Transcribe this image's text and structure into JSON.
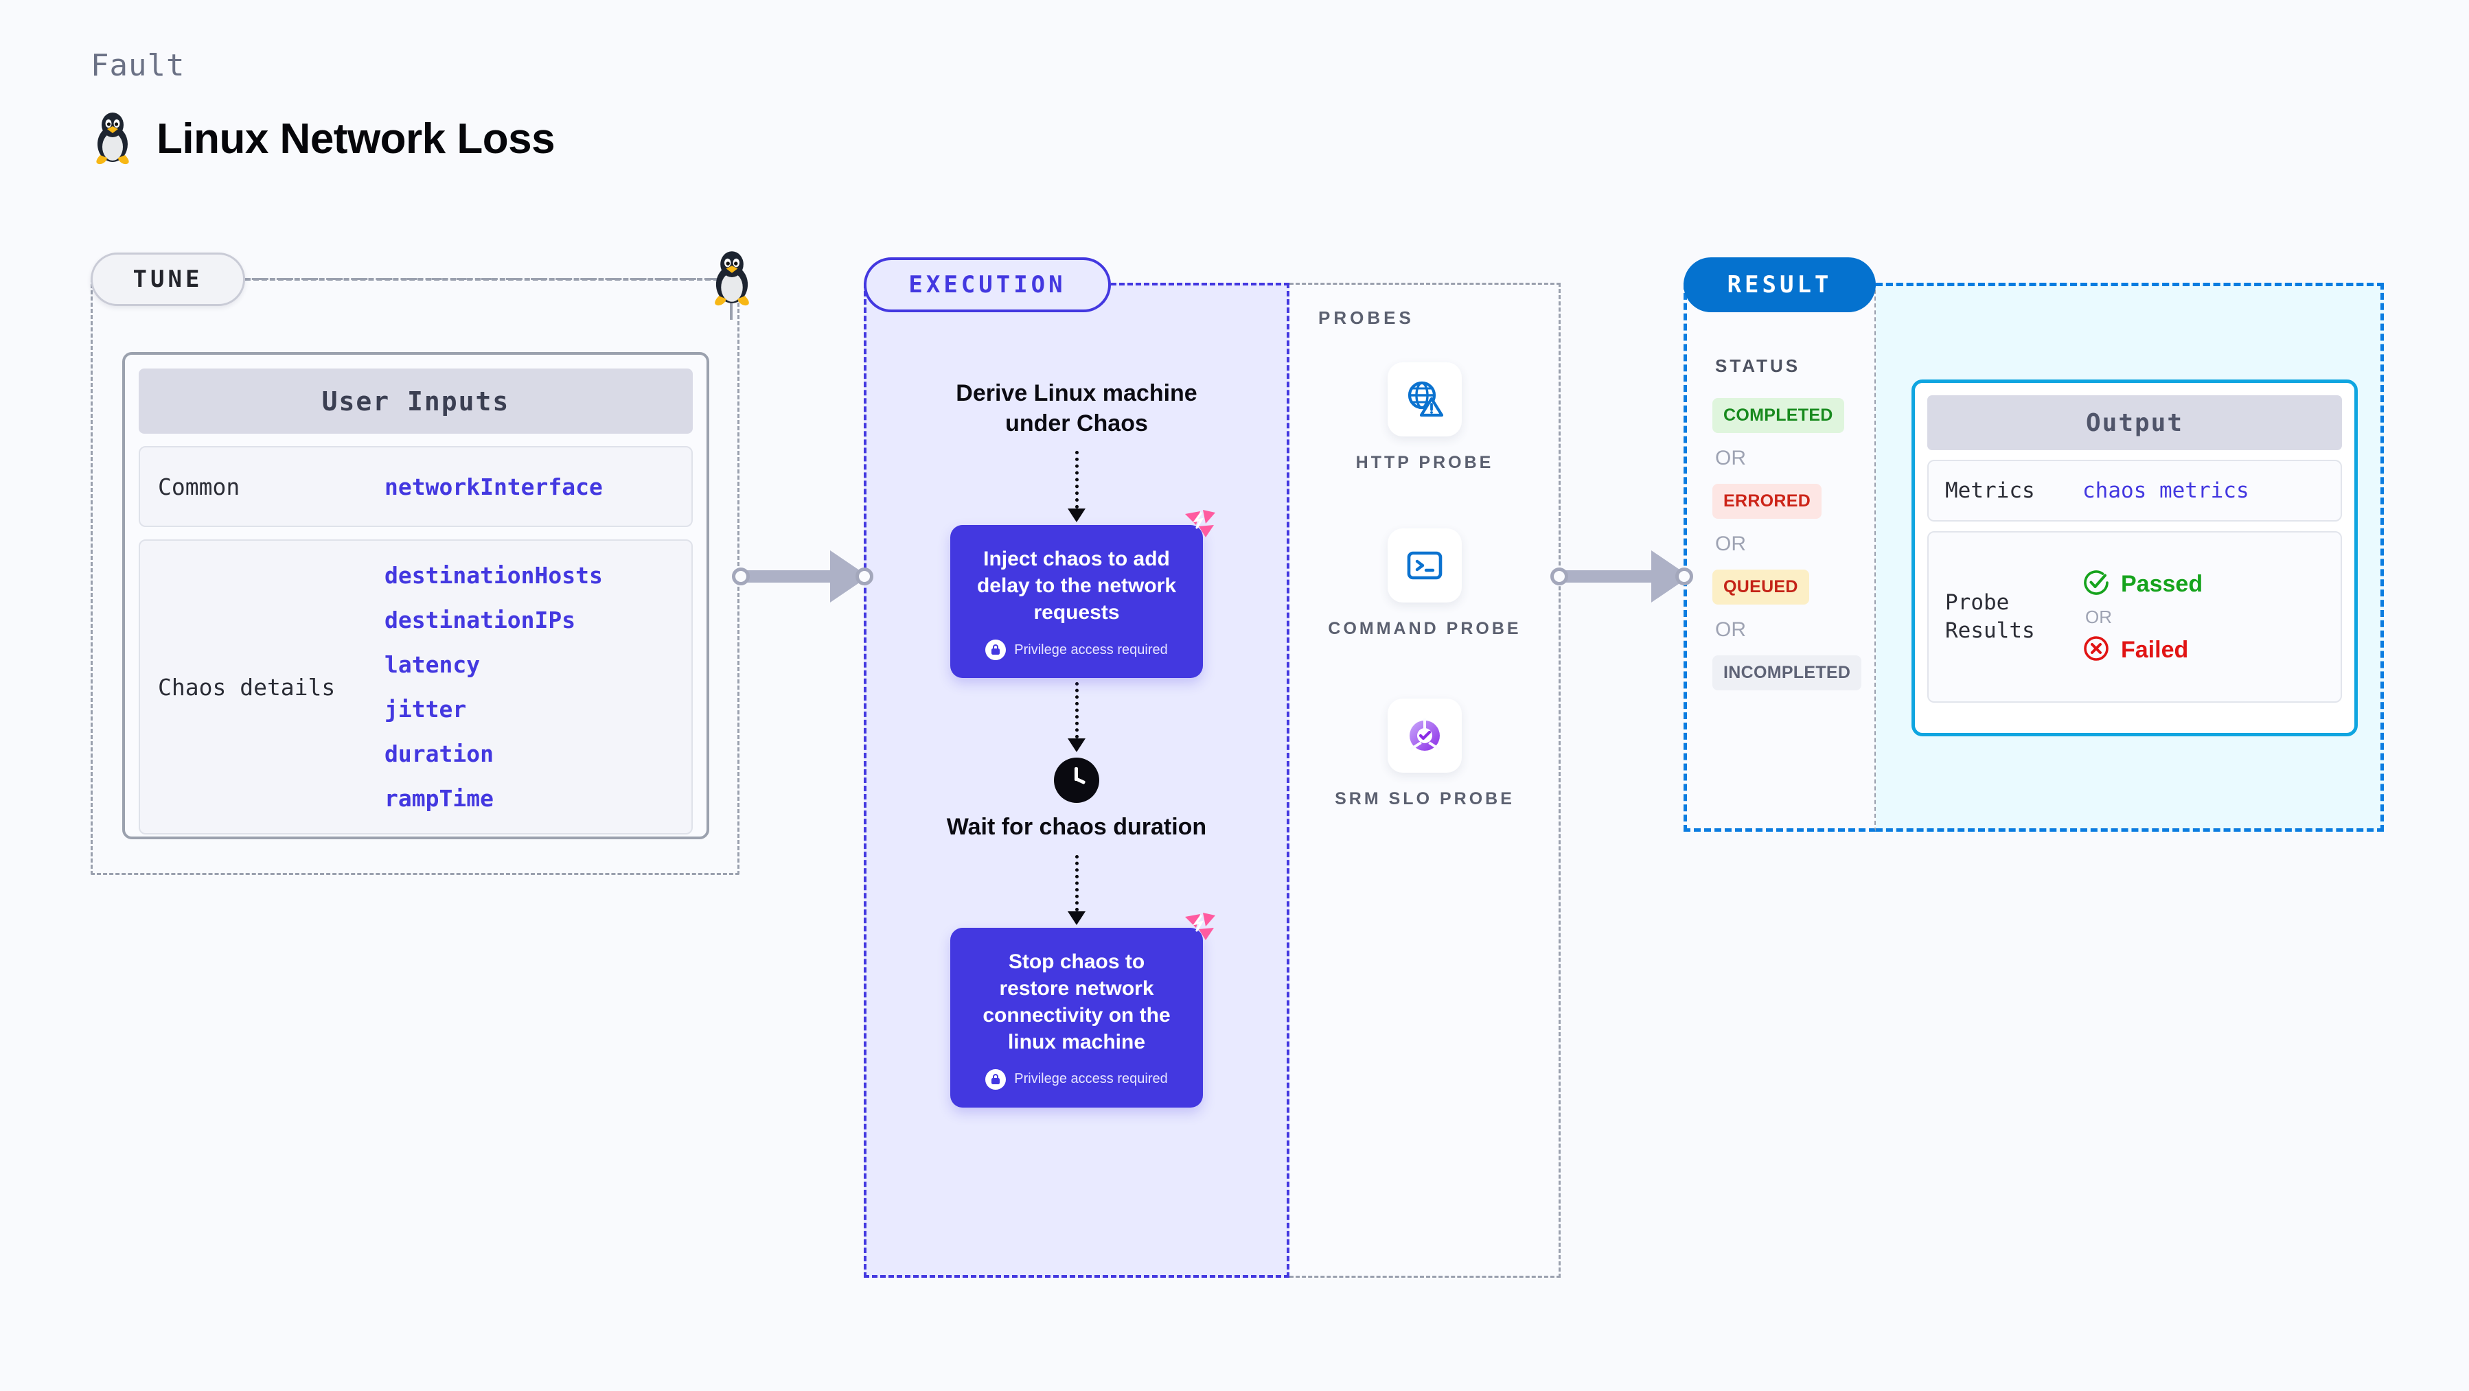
{
  "header": {
    "eyebrow": "Fault",
    "title": "Linux Network Loss",
    "icon": "linux-penguin-icon"
  },
  "tune": {
    "pill_label": "TUNE",
    "card_title": "User Inputs",
    "rows": [
      {
        "key": "Common",
        "values": [
          "networkInterface"
        ]
      },
      {
        "key": "Chaos details",
        "values": [
          "destinationHosts",
          "destinationIPs",
          "latency",
          "jitter",
          "duration",
          "rampTime"
        ]
      }
    ]
  },
  "execution": {
    "pill_label": "EXECUTION",
    "steps": [
      {
        "type": "caption",
        "text": "Derive Linux machine under Chaos"
      },
      {
        "type": "box",
        "text": "Inject chaos to add delay to the network requests",
        "note": "Privilege access required"
      },
      {
        "type": "clock_caption",
        "text": "Wait for chaos duration"
      },
      {
        "type": "box",
        "text": "Stop chaos to restore network connectivity on the linux machine",
        "note": "Privilege access required"
      }
    ]
  },
  "probes": {
    "title": "PROBES",
    "items": [
      {
        "label": "HTTP PROBE",
        "icon": "globe-warning-icon"
      },
      {
        "label": "COMMAND PROBE",
        "icon": "terminal-icon"
      },
      {
        "label": "SRM SLO PROBE",
        "icon": "slo-check-icon"
      }
    ]
  },
  "result": {
    "pill_label": "RESULT",
    "status_title": "STATUS",
    "or_label": "OR",
    "statuses": [
      {
        "label": "COMPLETED",
        "bg": "#dff5dd",
        "fg": "#188a1e"
      },
      {
        "label": "ERRORED",
        "bg": "#fde6e4",
        "fg": "#cc2418"
      },
      {
        "label": "QUEUED",
        "bg": "#fcefc6",
        "fg": "#c42317"
      },
      {
        "label": "INCOMPLETED",
        "bg": "#eef0f5",
        "fg": "#5e6376"
      }
    ],
    "output": {
      "title": "Output",
      "metrics_key": "Metrics",
      "metrics_value": "chaos metrics",
      "probe_results_key": "Probe Results",
      "passed_label": "Passed",
      "failed_label": "Failed",
      "or_label": "OR"
    }
  },
  "colors": {
    "page_bg": "#f9fafd",
    "execution_accent": "#4338e0",
    "execution_bg": "#e9eaff",
    "result_accent": "#0b7ce0",
    "result_bg": "#eafaff",
    "output_border": "#0fa5e0",
    "probe_blue": "#0b72cf",
    "litmus_pink": "#ff5ba0",
    "arrow_grey": "#adb1c6",
    "passed_green": "#16a31d",
    "failed_red": "#e11414"
  }
}
